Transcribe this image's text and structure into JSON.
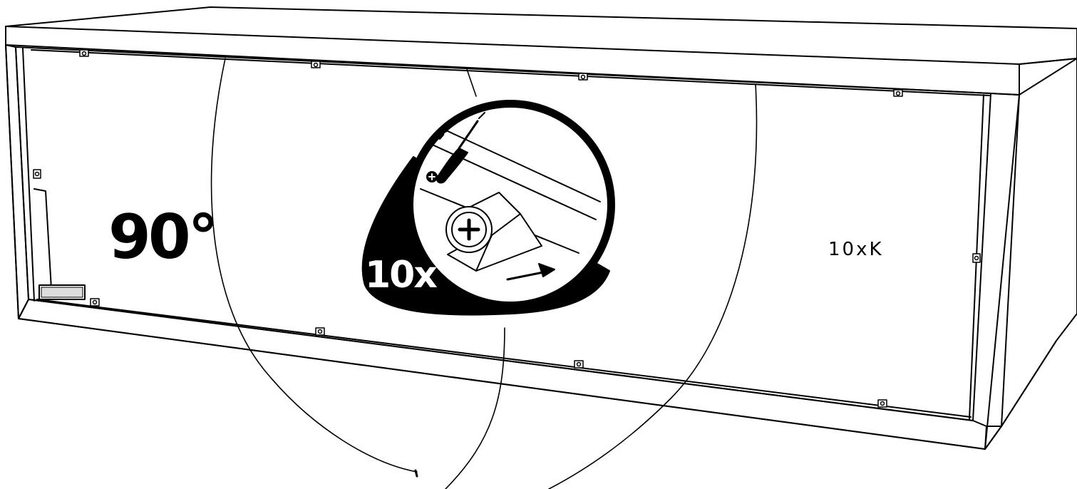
{
  "step": {
    "angle_label": "90°",
    "quantity_label": "10x",
    "part_label": "10xK"
  },
  "icons": {
    "tool": "phillips-screwdriver-icon",
    "fitting": "corner-bracket-screw-icon",
    "direction": "arrow-right-icon"
  },
  "colors": {
    "line": "#000000",
    "background": "#ffffff",
    "accent_fill": "#000000"
  }
}
